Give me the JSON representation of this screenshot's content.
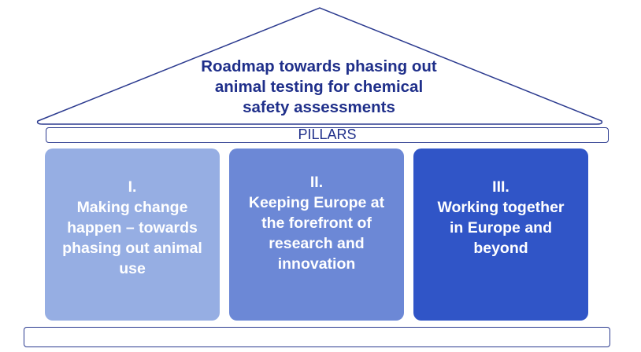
{
  "roof": {
    "title_lines": [
      "Roadmap towards phasing out",
      "animal testing for chemical",
      "safety assessments"
    ]
  },
  "pillars_label": "PILLARS",
  "pillars": [
    {
      "lines": [
        "I.",
        "Making change",
        "happen – towards",
        "phasing out animal",
        "use"
      ]
    },
    {
      "lines": [
        "II.",
        "Keeping Europe at",
        "the forefront of",
        "research and",
        "innovation"
      ]
    },
    {
      "lines": [
        "III.",
        "Working together",
        "in Europe and",
        "beyond"
      ]
    }
  ],
  "colors": {
    "outline": "#2b3a8f",
    "title_text": "#1f2f8a",
    "pillar_1": "#96aee3",
    "pillar_2": "#6c88d6",
    "pillar_3": "#3055c7"
  }
}
